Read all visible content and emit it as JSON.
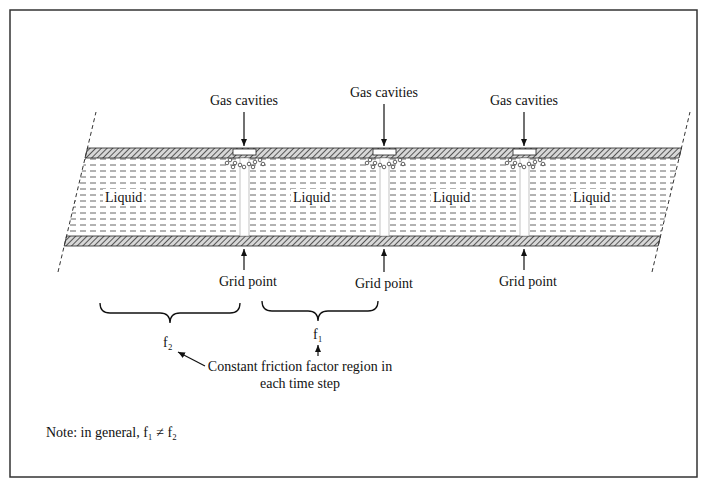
{
  "diagram": {
    "labels": [
      "Gas cavities",
      "Gas cavities",
      "Gas cavities",
      "Liquid",
      "Liquid",
      "Liquid",
      "Liquid",
      "Grid point",
      "Grid point",
      "Grid point",
      "f₂",
      "f₁",
      "Constant friction factor region in each time step",
      "Note: in general, f₁ ≠ f₂"
    ]
  }
}
